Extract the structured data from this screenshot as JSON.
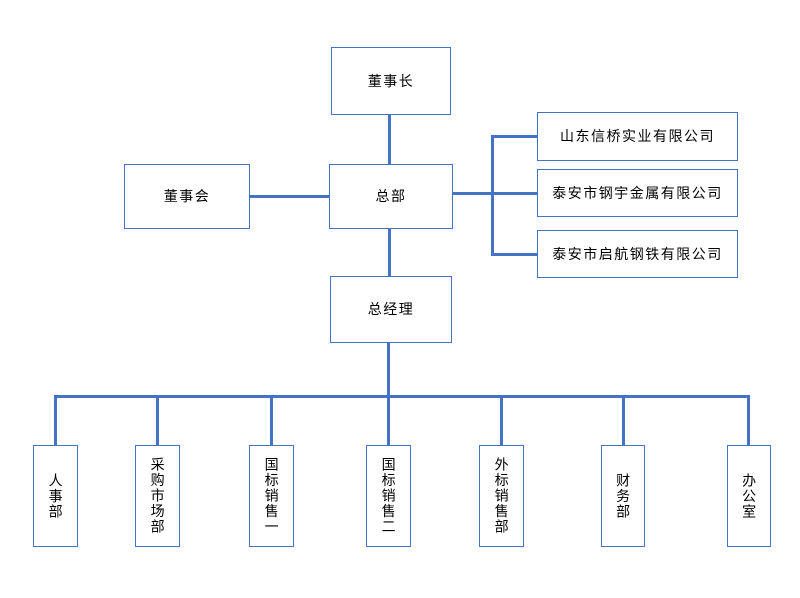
{
  "colors": {
    "line": "#4472C4",
    "box_border": "#4472C4",
    "box_fill": "#FFFFFF",
    "text": "#000000",
    "background": "#FFFFFF"
  },
  "nodes": {
    "chairman": {
      "label": "董事长"
    },
    "board": {
      "label": "董事会"
    },
    "headquarters": {
      "label": "总部"
    },
    "general_manager": {
      "label": "总经理"
    },
    "subsidiaries": [
      {
        "label": "山东信桥实业有限公司"
      },
      {
        "label": "泰安市钢宇金属有限公司"
      },
      {
        "label": "泰安市启航钢铁有限公司"
      }
    ],
    "departments": [
      {
        "label": "人事部"
      },
      {
        "label": "采购市场部"
      },
      {
        "label": "国标销售一"
      },
      {
        "label": "国标销售二"
      },
      {
        "label": "外标销售部"
      },
      {
        "label": "财务部"
      },
      {
        "label": "办公室"
      }
    ]
  }
}
